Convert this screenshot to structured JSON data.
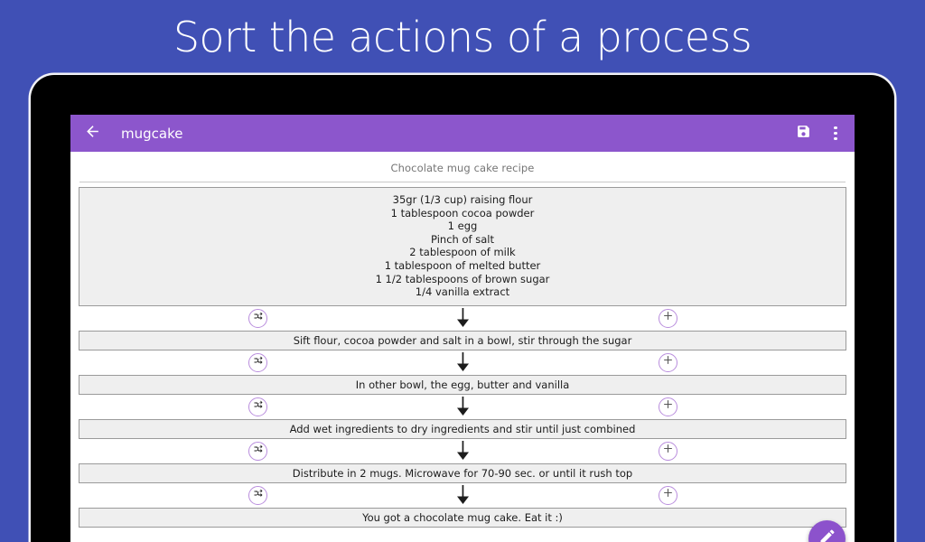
{
  "promo": {
    "headline": "Sort the actions of a process",
    "background_color": "#4050b5"
  },
  "app": {
    "accent_color": "#8c56cc",
    "toolbar": {
      "back_icon": "arrow-left-icon",
      "title": "mugcake",
      "save_icon": "save-floppy-icon",
      "overflow_icon": "more-vertical-icon"
    },
    "fab": {
      "icon": "pencil-edit-icon",
      "color": "#8c52cc"
    }
  },
  "recipe": {
    "title": "Chocolate mug cake recipe",
    "ingredients": [
      "35gr (1/3 cup) raising flour",
      "1 tablespoon cocoa powder",
      "1 egg",
      "Pinch of salt",
      "2 tablespoon of milk",
      "1 tablespoon of melted butter",
      "1 1/2 tablespoons of brown sugar",
      "1/4 vanilla extract"
    ],
    "connector": {
      "shuffle_icon": "shuffle-icon",
      "arrow_icon": "arrow-down-icon",
      "add_icon": "plus-circle-icon"
    },
    "steps": [
      "Sift flour, cocoa powder and salt in a bowl, stir through the sugar",
      "In other bowl, the egg, butter and vanilla",
      "Add wet ingredients to dry ingredients and stir until just combined",
      "Distribute in 2 mugs. Microwave for 70-90 sec. or until it rush top",
      "You got a chocolate mug cake. Eat it :)"
    ]
  }
}
